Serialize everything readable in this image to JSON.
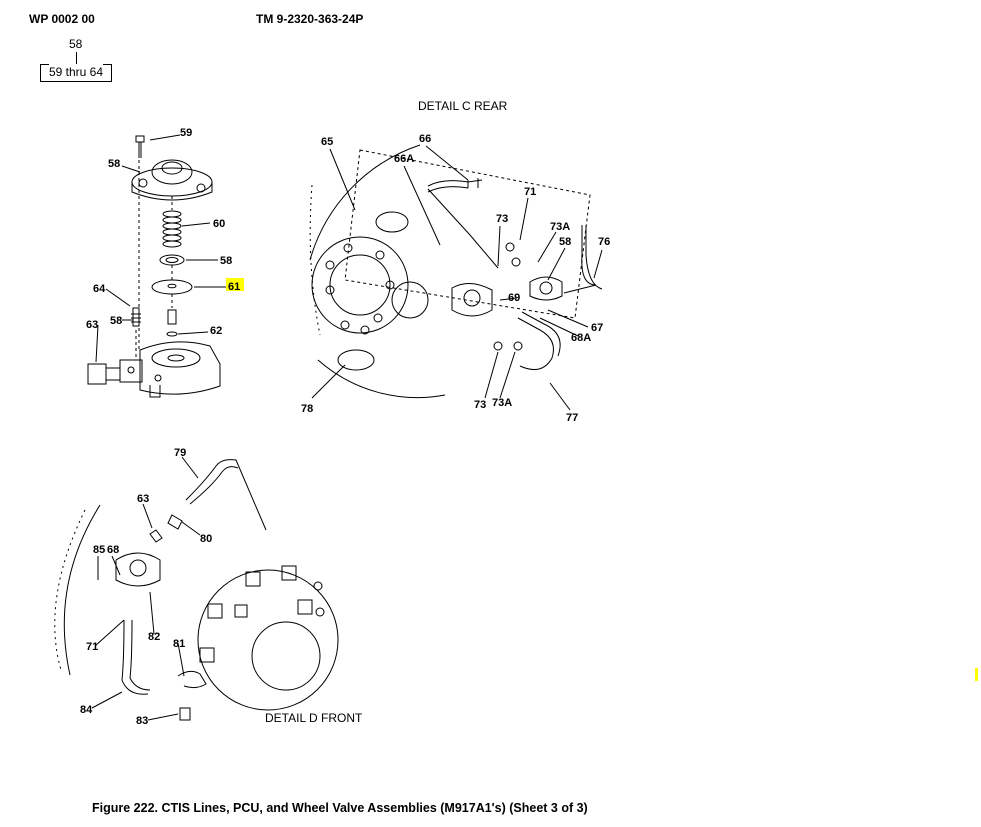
{
  "header": {
    "wp_number": "WP 0002 00",
    "tm_number": "TM 9-2320-363-24P"
  },
  "locator": {
    "parent": "58",
    "range": "59 thru 64"
  },
  "details": {
    "rear_title": "DETAIL C REAR",
    "front_title": "DETAIL D FRONT"
  },
  "figure_caption": "Figure 222.  CTIS Lines, PCU, and Wheel Valve Assemblies (M917A1's) (Sheet 3 of 3)",
  "callouts_exploded": [
    "59",
    "58",
    "60",
    "58",
    "61",
    "64",
    "58",
    "63",
    "62"
  ],
  "callouts_rear": [
    "65",
    "66",
    "66A",
    "71",
    "73",
    "73A",
    "58",
    "76",
    "69",
    "67",
    "68A",
    "78",
    "73",
    "73A",
    "77"
  ],
  "callouts_front": [
    "79",
    "63",
    "80",
    "85",
    "68",
    "71",
    "82",
    "81",
    "84",
    "83"
  ],
  "highlight": {
    "item": "61",
    "color": "#ffff00"
  }
}
